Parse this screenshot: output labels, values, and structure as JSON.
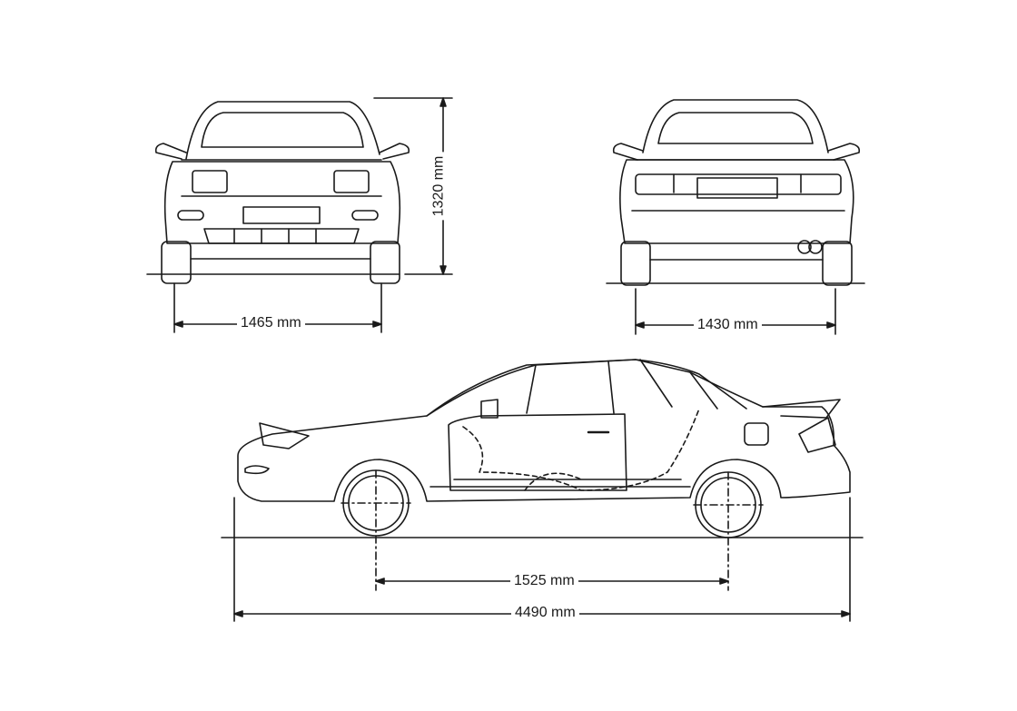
{
  "dimensions": {
    "front_track": "1465 mm",
    "rear_track": "1430 mm",
    "height": "1320 mm",
    "wheelbase": "1525 mm",
    "length": "4490 mm"
  },
  "colors": {
    "line": "#1a1a1a",
    "background": "#ffffff"
  }
}
